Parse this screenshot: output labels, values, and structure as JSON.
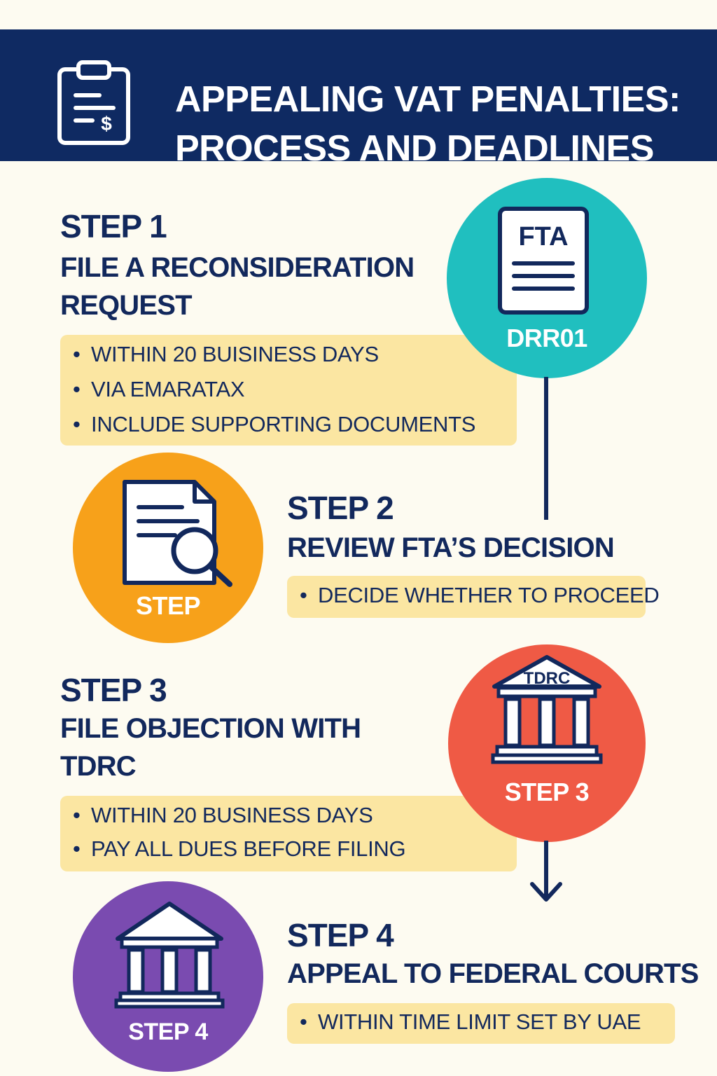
{
  "header": {
    "title_line1": "APPEALING VAT PENALTIES:",
    "title_line2": "PROCESS AND DEADLINES",
    "icon": "clipboard-dollar-icon"
  },
  "steps": [
    {
      "label": "STEP 1",
      "title_lines": [
        "FILE A RECONSIDERATION",
        "REQUEST"
      ],
      "bullets": [
        "WITHIN 20 BUISINESS DAYS",
        "VIA EMARATAX",
        "INCLUDE SUPPORTING DOCUMENTS"
      ],
      "circle_color": "#20bfbf",
      "circle_label": "DRR01",
      "icon_text": "FTA",
      "icon": "fta-document-icon"
    },
    {
      "label": "STEP 2",
      "title_lines": [
        "REVIEW FTA’S DECISION"
      ],
      "bullets": [
        "DECIDE WHETHER TO PROCEED"
      ],
      "circle_color": "#f7a11a",
      "circle_label": "STEP",
      "icon": "document-magnifier-icon"
    },
    {
      "label": "STEP 3",
      "title_lines": [
        "FILE OBJECTION WITH",
        "TDRC"
      ],
      "bullets": [
        "WITHIN 20 BUSINESS DAYS",
        "PAY ALL DUES BEFORE FILING"
      ],
      "circle_color": "#ef5a45",
      "circle_label": "STEP 3",
      "icon_text": "TDRC",
      "icon": "courthouse-icon"
    },
    {
      "label": "STEP 4",
      "title_lines": [
        "APPEAL TO FEDERAL COURTS"
      ],
      "bullets": [
        "WITHIN TIME LIMIT SET BY UAE"
      ],
      "circle_color": "#7a4bb0",
      "circle_label": "STEP 4",
      "icon": "courthouse-icon"
    }
  ],
  "colors": {
    "navy": "#0f2a62",
    "background": "#fdfbf1",
    "bullet_box": "#fbe6a2"
  }
}
